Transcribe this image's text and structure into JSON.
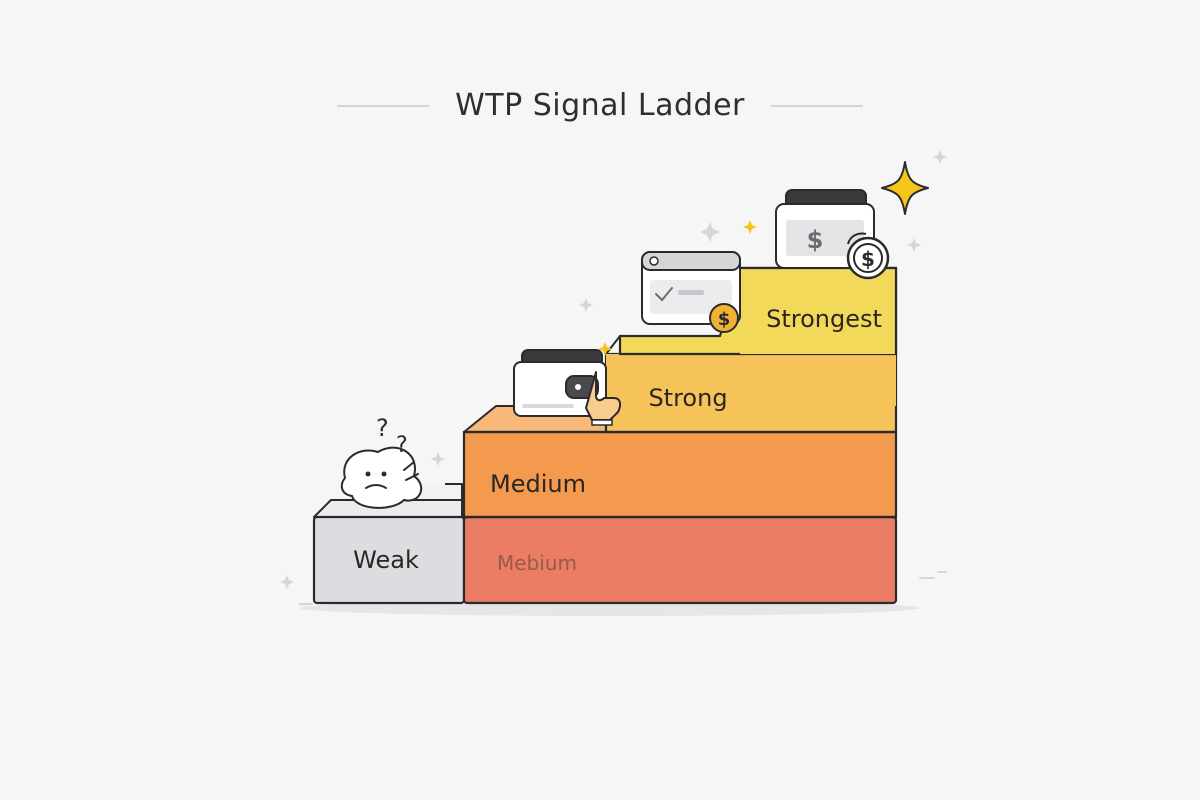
{
  "title": "WTP Signal Ladder",
  "steps": {
    "weak": "Weak",
    "base_faint": "Mebium",
    "medium": "Medium",
    "strong": "Strong",
    "strongest": "Strongest"
  },
  "colors": {
    "background": "#f6f6f7",
    "weak": "#dcdde0",
    "base": "#ea7d63",
    "medium": "#f39a4f",
    "strong": "#f6c25a",
    "strongest": "#f3d95a",
    "sparkle": "#f5c518",
    "coin": "#f1b234",
    "outline": "#2b2b2e"
  },
  "icons": {
    "weak": "confused-face-icon",
    "strong": "wallet-tap-icon",
    "strong_2": "checkout-window-coin-icon",
    "strongest": "wallet-cash-coin-icon",
    "accent": "sparkle-star-icon"
  },
  "icon_text": {
    "question_mark": "?",
    "dollar": "$"
  }
}
